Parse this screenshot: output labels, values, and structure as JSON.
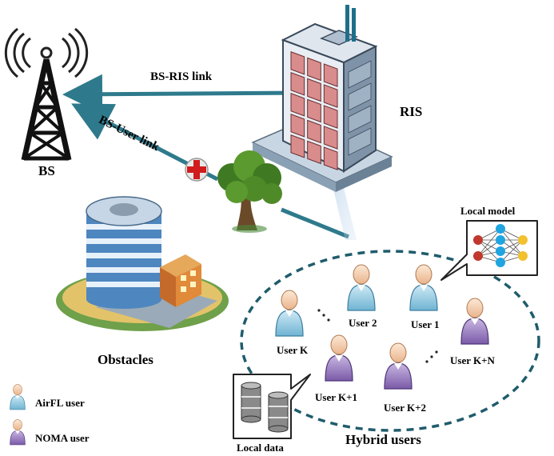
{
  "labels": {
    "bs": "BS",
    "ris": "RIS",
    "bs_ris_link": "BS-RIS link",
    "bs_user_link": "BS-User link",
    "obstacles": "Obstacles",
    "local_model": "Local model",
    "local_data": "Local data",
    "hybrid_users": "Hybrid users"
  },
  "users": {
    "user_k": "User K",
    "user_2": "User 2",
    "user_1": "User 1",
    "user_k1": "User K+1",
    "user_k2": "User K+2",
    "user_kn": "User K+N"
  },
  "legend": {
    "airfl": "AirFL user",
    "noma": "NOMA user"
  },
  "colors": {
    "link_arrow": "#2e7a8c",
    "airfl_user": "#a9d6ea",
    "noma_user": "#a48cc8",
    "ellipse": "#1f5c6b",
    "building_glass": "#d98c8c"
  }
}
